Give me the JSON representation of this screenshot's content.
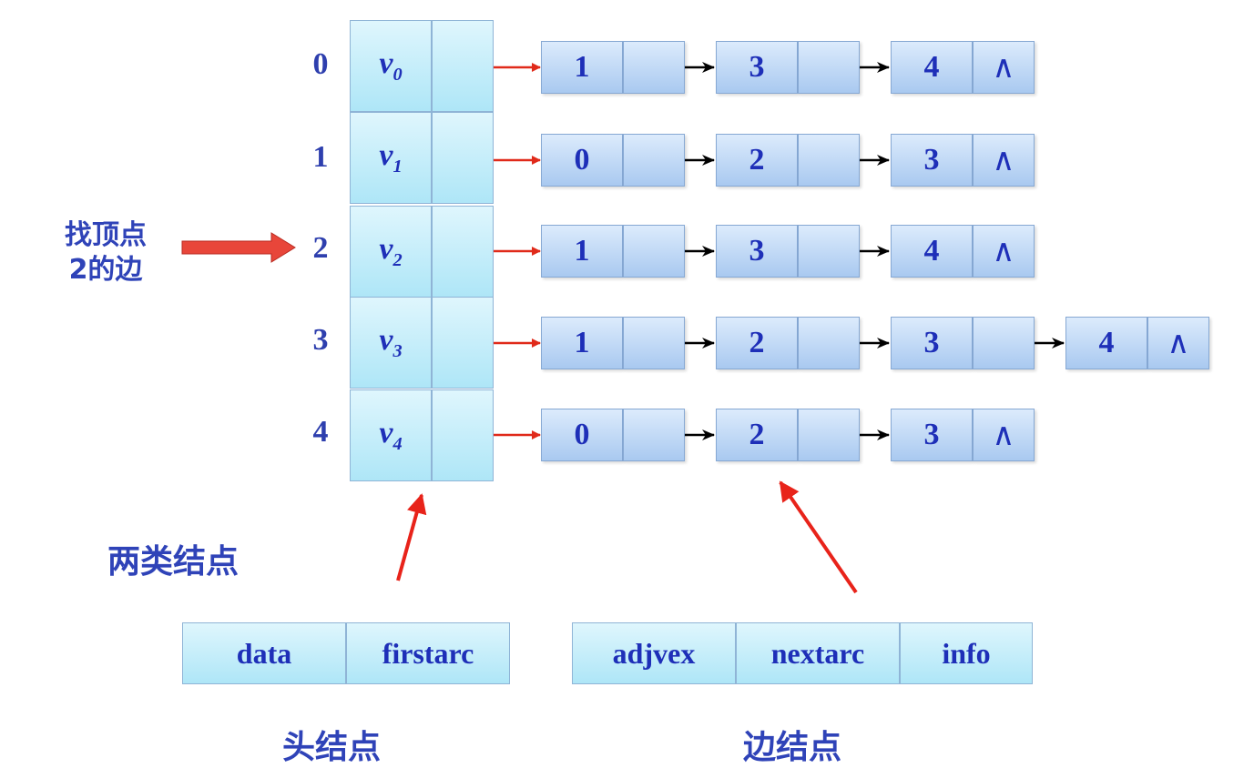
{
  "indices": [
    "0",
    "1",
    "2",
    "3",
    "4"
  ],
  "vertices": [
    {
      "base": "v",
      "sub": "0"
    },
    {
      "base": "v",
      "sub": "1"
    },
    {
      "base": "v",
      "sub": "2"
    },
    {
      "base": "v",
      "sub": "3"
    },
    {
      "base": "v",
      "sub": "4"
    }
  ],
  "adjacency": [
    [
      "1",
      "3",
      "4"
    ],
    [
      "0",
      "2",
      "3"
    ],
    [
      "1",
      "3",
      "4"
    ],
    [
      "1",
      "2",
      "3",
      "4"
    ],
    [
      "0",
      "2",
      "3"
    ]
  ],
  "null_symbol": "∧",
  "find_label": {
    "line1": "找顶点",
    "line2": "2的边"
  },
  "two_node_types": "两类结点",
  "head_node": {
    "fields": [
      "data",
      "firstarc"
    ],
    "caption": "头结点"
  },
  "edge_node": {
    "fields": [
      "adjvex",
      "nextarc",
      "info"
    ],
    "caption": "边结点"
  },
  "colors": {
    "red_arrow": "#e02a1a",
    "black_arrow": "#000000",
    "text_blue": "#1e2fb8"
  }
}
